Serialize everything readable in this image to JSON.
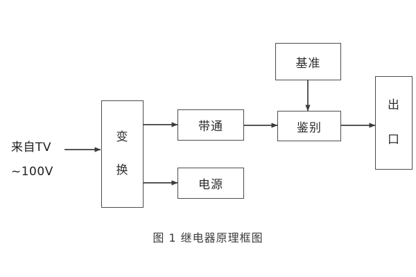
{
  "figure": {
    "caption": "图 1  继电器原理框图",
    "background_color": "#ffffff",
    "line_color": "#3c3c3c",
    "text_color": "#2b2b2b"
  },
  "source_label": {
    "line1": "来自TV",
    "line2": "~100V"
  },
  "blocks": {
    "transform": {
      "char1": "变",
      "char2": "换"
    },
    "bandpass": {
      "label": "带通"
    },
    "power": {
      "label": "电源"
    },
    "reference": {
      "label": "基准"
    },
    "discriminator": {
      "label": "鉴别"
    },
    "output": {
      "char1": "出",
      "char2": "口"
    }
  },
  "connections": [
    {
      "name": "source-to-transform",
      "from": "来自TV ~100V",
      "to": "变换",
      "direction": "right"
    },
    {
      "name": "transform-to-bandpass",
      "from": "变换",
      "to": "带通",
      "direction": "right"
    },
    {
      "name": "transform-to-power",
      "from": "变换",
      "to": "电源",
      "direction": "right"
    },
    {
      "name": "bandpass-to-discriminator",
      "from": "带通",
      "to": "鉴别",
      "direction": "right"
    },
    {
      "name": "reference-to-discriminator",
      "from": "基准",
      "to": "鉴别",
      "direction": "down"
    },
    {
      "name": "discriminator-to-output",
      "from": "鉴别",
      "to": "出口",
      "direction": "right"
    }
  ]
}
